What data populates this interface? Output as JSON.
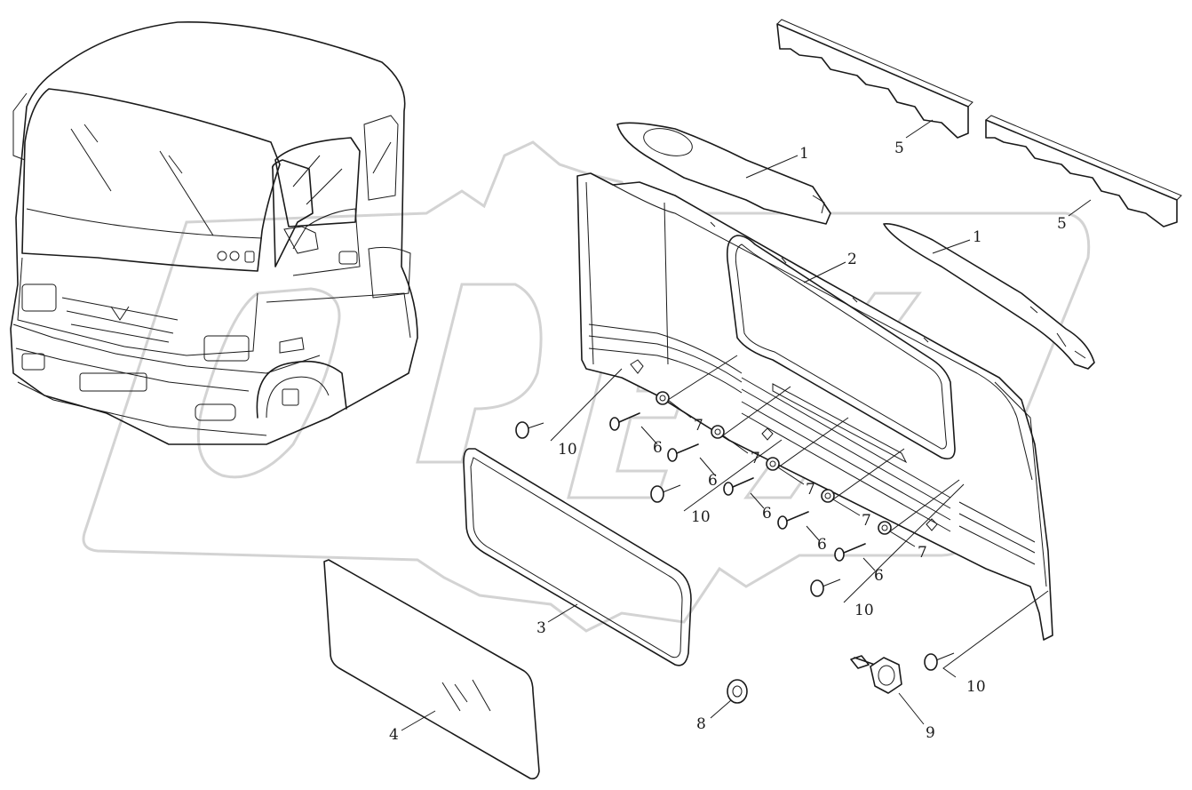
{
  "diagram": {
    "watermark_text": "OPEX",
    "callouts": [
      {
        "id": "c1a",
        "label": "1"
      },
      {
        "id": "c1b",
        "label": "1"
      },
      {
        "id": "c2",
        "label": "2"
      },
      {
        "id": "c3",
        "label": "3"
      },
      {
        "id": "c4",
        "label": "4"
      },
      {
        "id": "c5a",
        "label": "5"
      },
      {
        "id": "c5b",
        "label": "5"
      },
      {
        "id": "c6a",
        "label": "6"
      },
      {
        "id": "c6b",
        "label": "6"
      },
      {
        "id": "c6c",
        "label": "6"
      },
      {
        "id": "c6d",
        "label": "6"
      },
      {
        "id": "c6e",
        "label": "6"
      },
      {
        "id": "c7a",
        "label": "7"
      },
      {
        "id": "c7b",
        "label": "7"
      },
      {
        "id": "c7c",
        "label": "7"
      },
      {
        "id": "c7d",
        "label": "7"
      },
      {
        "id": "c7e",
        "label": "7"
      },
      {
        "id": "c8",
        "label": "8"
      },
      {
        "id": "c9",
        "label": "9"
      },
      {
        "id": "c10a",
        "label": "10"
      },
      {
        "id": "c10b",
        "label": "10"
      },
      {
        "id": "c10c",
        "label": "10"
      },
      {
        "id": "c10d",
        "label": "10"
      }
    ]
  }
}
